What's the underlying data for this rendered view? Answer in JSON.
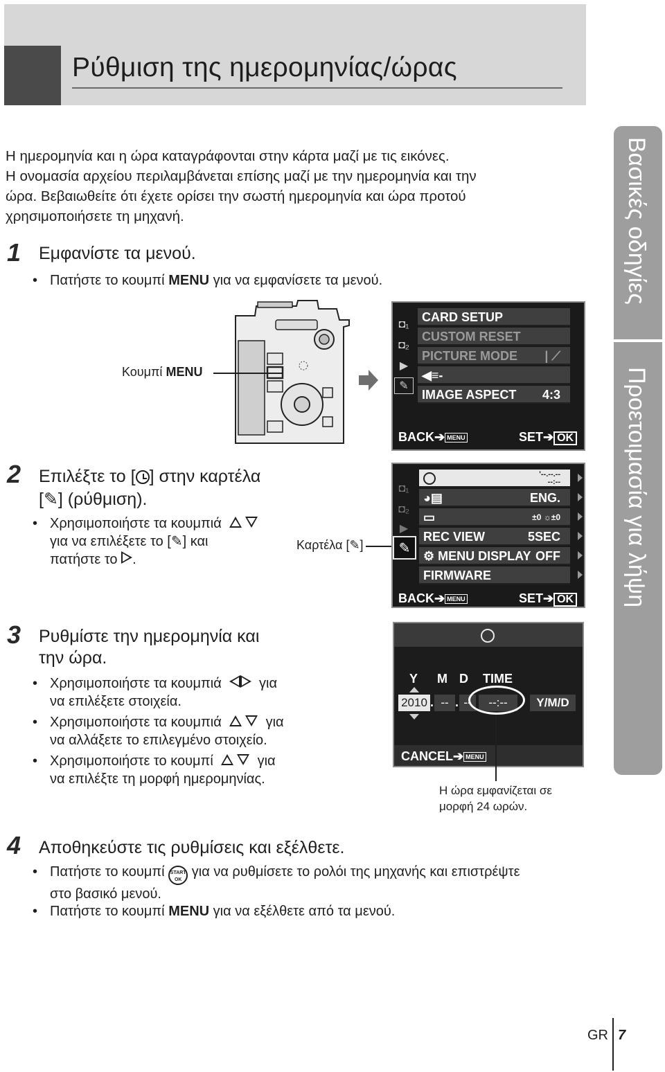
{
  "header": {
    "title": "Ρύθμιση της ημερομηνίας/ώρας"
  },
  "side_tab": {
    "primary": "Βασικές οδηγίες",
    "secondary": "Προετοιμασία για λήψη"
  },
  "intro": {
    "line1": "Η ημερομηνία και η ώρα καταγράφονται στην κάρτα μαζί με τις εικόνες.",
    "line2": "Η ονομασία αρχείου περιλαμβάνεται επίσης μαζί με την ημερομηνία και την",
    "line3": "ώρα. Βεβαιωθείτε ότι έχετε ορίσει την σωστή ημερομηνία και ώρα προτού",
    "line4": "χρησιμοποιήσετε τη μηχανή."
  },
  "step1": {
    "num": "1",
    "title": "Εμφανίστε τα μενού.",
    "bullet_pre": "Πατήστε το κουμπί",
    "bullet_key": "MENU",
    "bullet_post": "για να εμφανίσετε τα μενού.",
    "callout_pre": "Κουμπί",
    "callout_key": "MENU"
  },
  "step2": {
    "num": "2",
    "title_pre": "Επιλέξτε το [",
    "title_post": "] στην καρτέλα",
    "title_line2": "[✎] (ρύθμιση).",
    "b1_line1": "Χρησιμοποιήστε τα κουμπιά",
    "b1_line2": "για να επιλέξετε το [✎] και",
    "b1_line3": "πατήστε το",
    "callout": "Καρτέλα [✎]"
  },
  "step3": {
    "num": "3",
    "title_line1": "Ρυθμίστε την ημερομηνία και",
    "title_line2": "την ώρα.",
    "b1_pre": "Χρησιμοποιήστε τα κουμπιά",
    "b1_post": "για",
    "b1_line2": "να επιλέξετε στοιχεία.",
    "b2_pre": "Χρησιμοποιήστε τα κουμπιά",
    "b2_post": "για",
    "b2_line2": "να αλλάξετε το επιλεγμένο στοιχείο.",
    "b3_pre": "Χρησιμοποιήστε το κουμπί",
    "b3_post": "για",
    "b3_line2": "να επιλέξτε τη μορφή ημερομηνίας.",
    "callout_line1": "Η ώρα εμφανίζεται σε",
    "callout_line2": "μορφή 24 ωρών."
  },
  "step4": {
    "num": "4",
    "title": "Αποθηκεύστε τις ρυθμίσεις και εξέλθετε.",
    "b1_pre": "Πατήστε το κουμπί",
    "b1_post": "για να ρυθμίσετε το ρολόι της μηχανής και επιστρέψτε",
    "b1_line2": "στο βασικό μενού.",
    "b2_pre": "Πατήστε το κουμπί",
    "b2_key": "MENU",
    "b2_post": "για να εξέλθετε από τα μενού."
  },
  "screen1": {
    "rows": [
      "CARD SETUP",
      "CUSTOM RESET",
      "PICTURE MODE",
      "",
      "IMAGE ASPECT"
    ],
    "aspect_value": "4:3",
    "back": "BACK",
    "set": "SET",
    "ok": "OK",
    "menu": "MENU"
  },
  "screen2": {
    "date_value": "'--.--.--",
    "time_value": "--:--",
    "lang_value": "ENG.",
    "monitor_value": "±0 ☼±0",
    "rec_view": "REC VIEW",
    "rec_view_value": "5SEC",
    "menu_display": "MENU DISPLAY",
    "menu_display_value": "OFF",
    "firmware": "FIRMWARE",
    "back": "BACK",
    "set": "SET",
    "ok": "OK",
    "menu": "MENU"
  },
  "screen3": {
    "col_y": "Y",
    "col_m": "M",
    "col_d": "D",
    "col_time": "TIME",
    "year": "2010",
    "sep1": ".",
    "month": "--",
    "sep2": ".",
    "day": "--",
    "time": "--:--",
    "format": "Y/M/D",
    "cancel": "CANCEL",
    "menu": "MENU"
  },
  "footer": {
    "lang": "GR",
    "page": "7"
  },
  "colors": {
    "header_bg": "#d7d7d7",
    "header_tab": "#4a4a4a",
    "side_tab": "#9e9e9e",
    "screen_bg": "#1a1a1a"
  }
}
